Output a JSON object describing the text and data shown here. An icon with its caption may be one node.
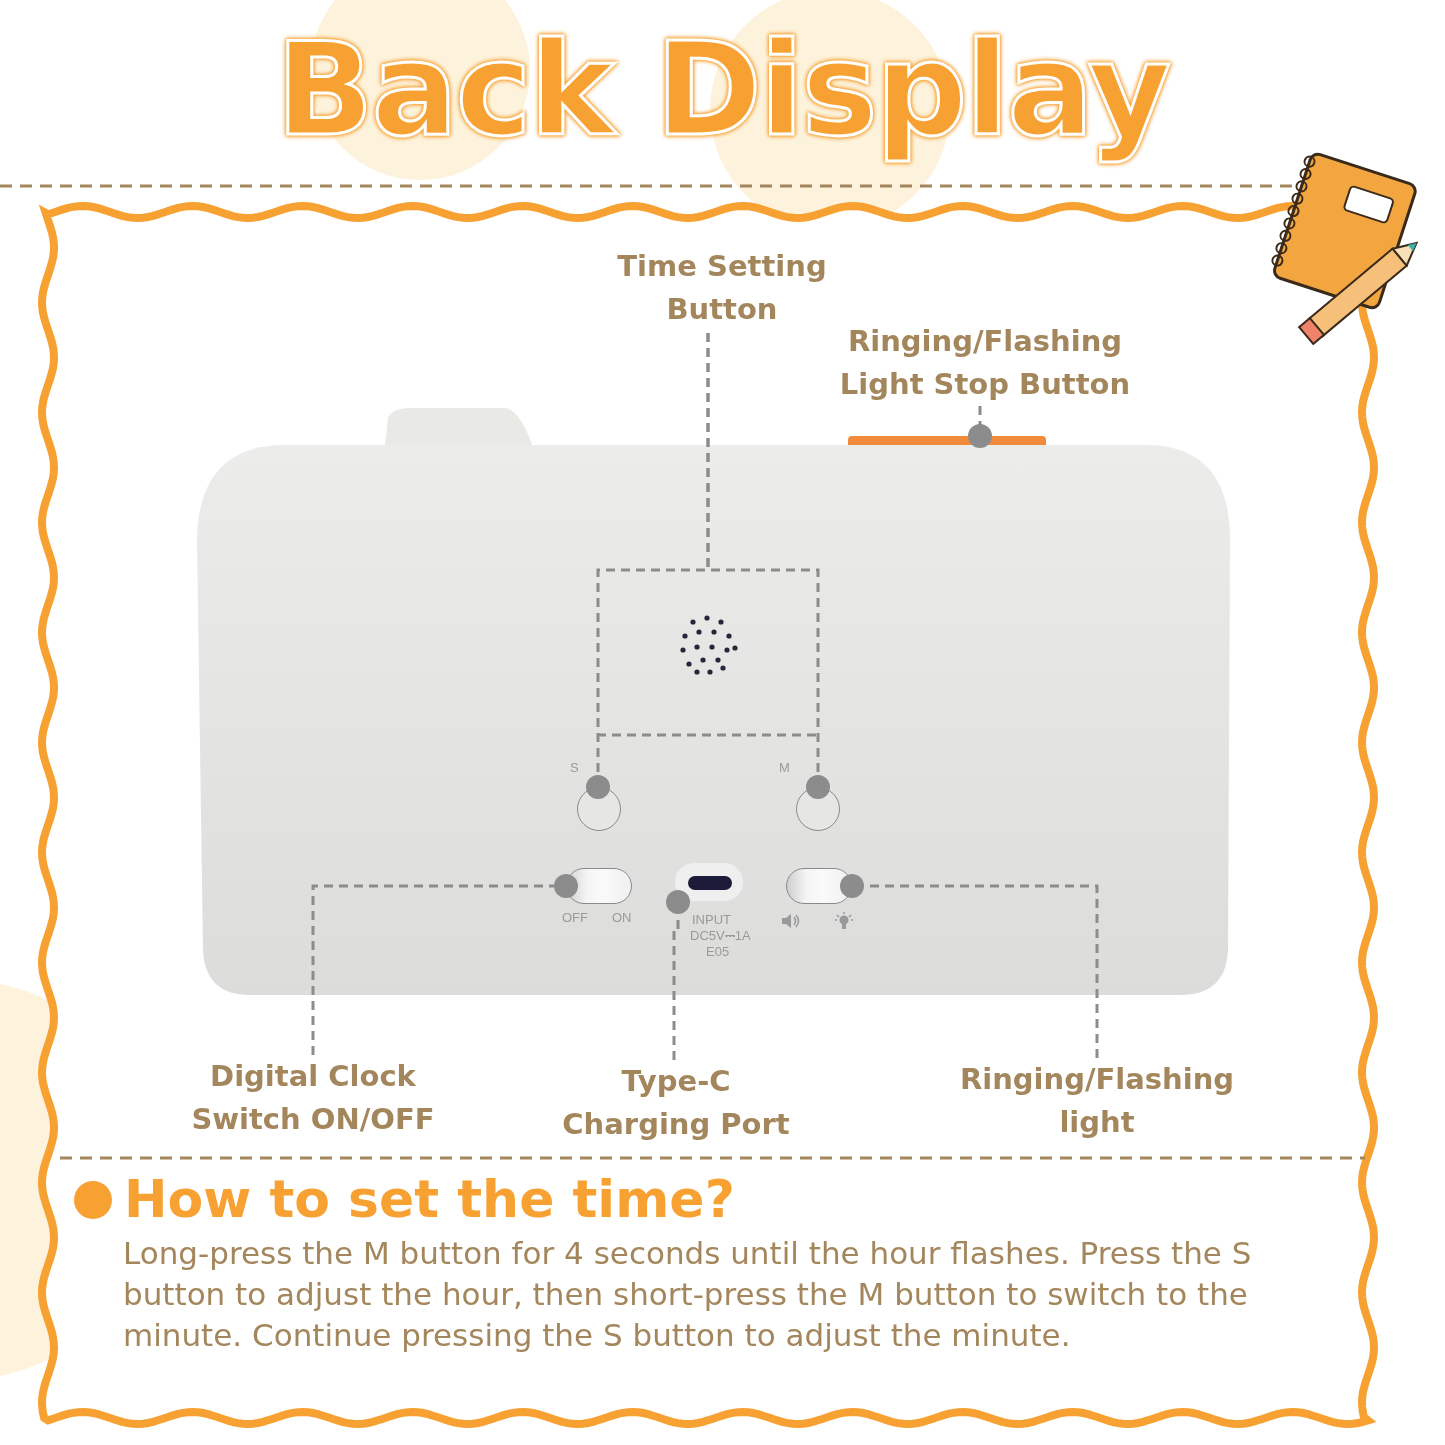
{
  "diagram": {
    "title": "Back Display",
    "nodes": [
      {
        "text": [
          "Time Setting Button"
        ]
      },
      {
        "text": [],
        "shape": "circle"
      },
      {
        "text": [],
        "shape": "circle"
      },
      {
        "text": [
          "Ringing/Flashing Light Stop Button"
        ]
      },
      {
        "text": [],
        "shape": "bar"
      },
      {
        "text": [
          "Digital Clock Switch ON/OFF"
        ]
      },
      {
        "text": [],
        "shape": "box"
      },
      {
        "text": [
          "Type-C Charging Port"
        ]
      },
      {
        "text": [],
        "shape": "box"
      },
      {
        "text": [
          "Ringing/Flashing light"
        ]
      },
      {
        "text": [],
        "shape": "box"
      }
    ],
    "edges": [
      {
        "from": 0,
        "to": 1,
        "arrow": "other",
        "style": "dashed"
      },
      {
        "from": 0,
        "to": 2,
        "arrow": "other",
        "style": "dashed"
      },
      {
        "from": 3,
        "to": 4,
        "arrow": "other",
        "style": "dashed"
      },
      {
        "from": 5,
        "to": 6,
        "arrow": "other",
        "style": "dashed"
      },
      {
        "from": 7,
        "to": 8,
        "arrow": "other",
        "style": "dashed"
      },
      {
        "from": 9,
        "to": 10,
        "arrow": "other",
        "style": "dashed"
      }
    ],
    "labels": [
      "S",
      "M",
      "OFF",
      "ON",
      "INPUT",
      "DC5V⎓1A",
      "E05",
      "How to set the time?",
      "Long-press the M button for 4 seconds until the hour flashes. Press the S button to adjust the hour, then short-press the M button to switch to the minute. Continue pressing the S button to adjust the minute."
    ]
  }
}
